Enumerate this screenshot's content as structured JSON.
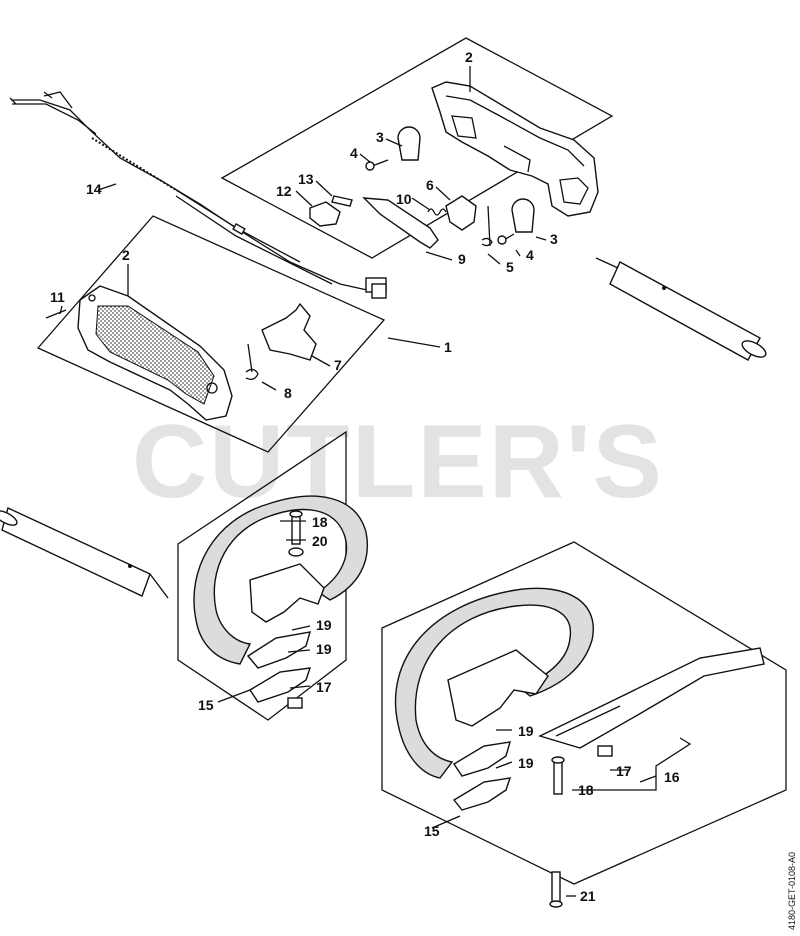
{
  "watermark": {
    "text": "CUTLER'S",
    "color": "#e3e3e3"
  },
  "doc_id": "4180-GET-0108-A0",
  "callouts": {
    "c1": "1",
    "c2a": "2",
    "c2b": "2",
    "c3a": "3",
    "c3b": "3",
    "c4a": "4",
    "c4b": "4",
    "c5": "5",
    "c6": "6",
    "c7": "7",
    "c8": "8",
    "c9": "9",
    "c10": "10",
    "c11": "11",
    "c12": "12",
    "c13": "13",
    "c14": "14",
    "c15a": "15",
    "c15b": "15",
    "c16": "16",
    "c17a": "17",
    "c17b": "17",
    "c18a": "18",
    "c18b": "18",
    "c19a": "19",
    "c19b": "19",
    "c19c": "19",
    "c19d": "19",
    "c20": "20",
    "c21": "21"
  },
  "colors": {
    "line": "#111111",
    "grip": "#c8c8c8",
    "background": "#ffffff"
  }
}
